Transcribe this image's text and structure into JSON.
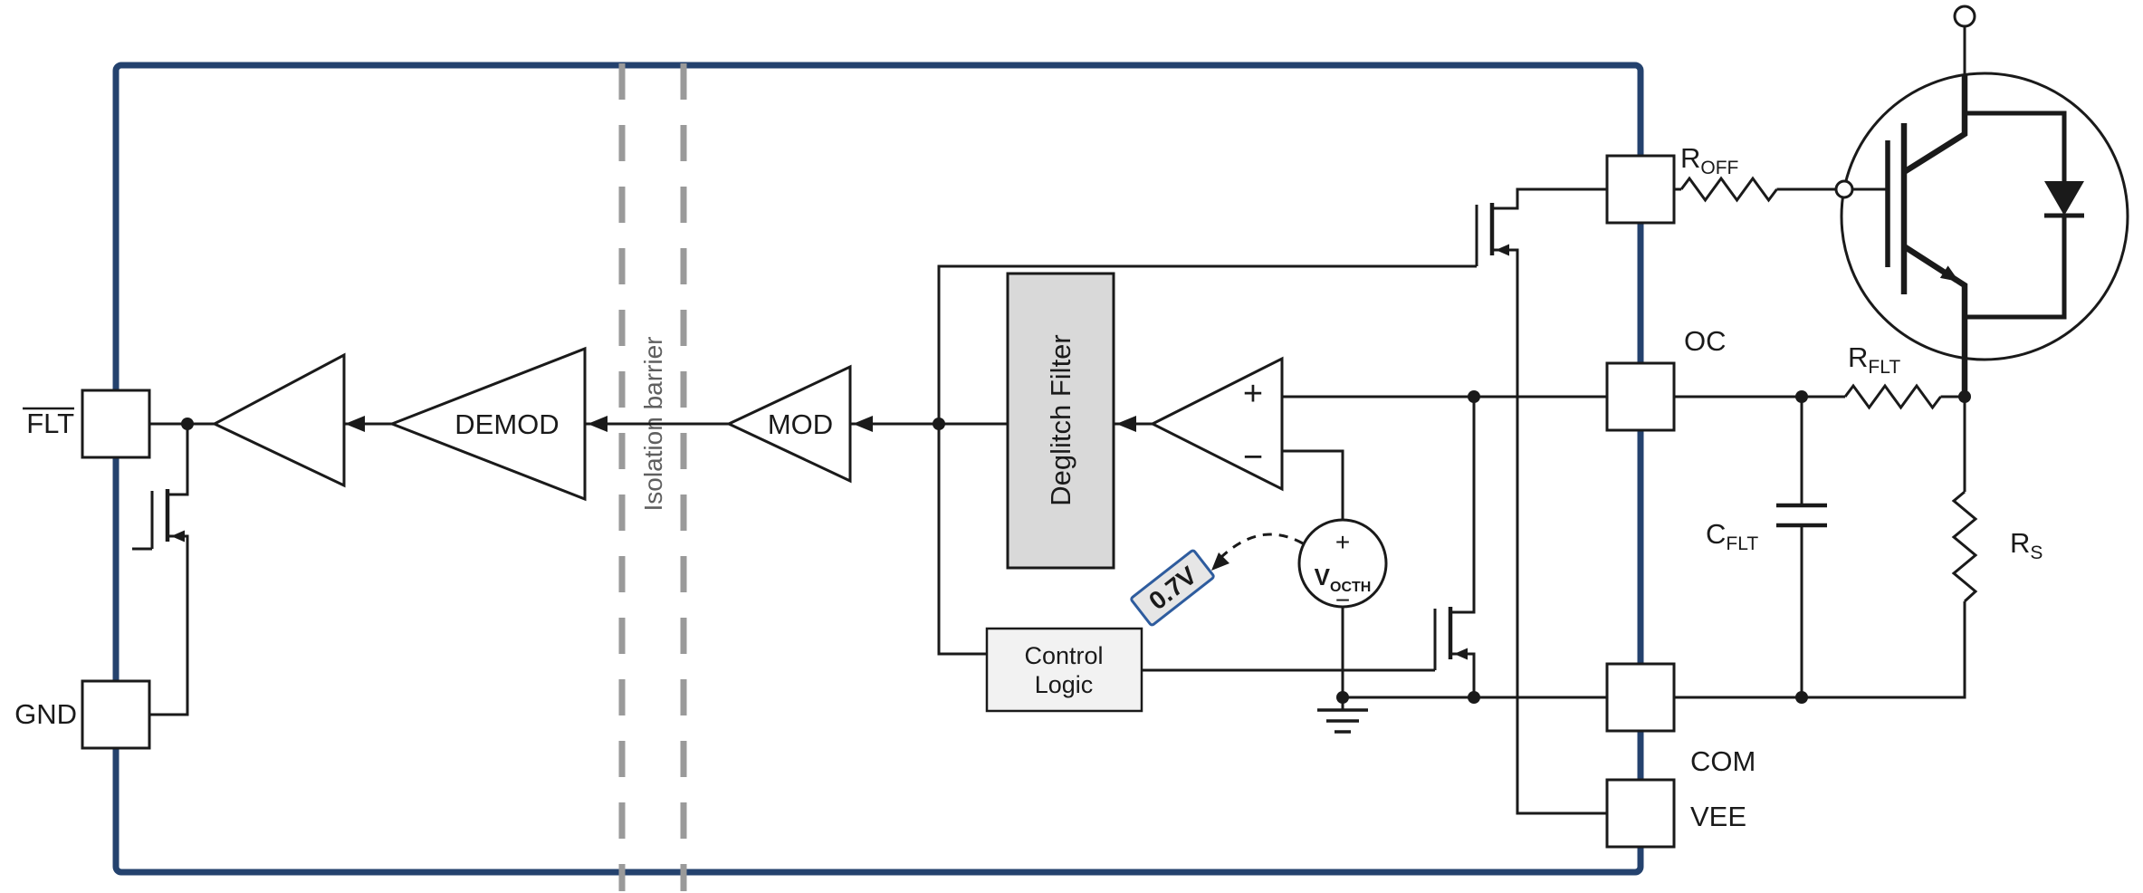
{
  "ic": {
    "pin_labels": {
      "flt": "FLT",
      "gnd": "GND",
      "oc": "OC",
      "com": "COM",
      "vee": "VEE"
    },
    "blocks": {
      "demod": "DEMOD",
      "mod": "MOD",
      "deglitch_filter": "Deglitch Filter",
      "control_line1": "Control",
      "control_line2": "Logic"
    },
    "isolation_label": "Isolation barrier",
    "comparator": {
      "plus": "+",
      "minus": "−"
    },
    "vocth": {
      "plus": "+",
      "v": "V",
      "sub": "OCTH",
      "minus": "−"
    },
    "threshold": "0.7V"
  },
  "external": {
    "r_off": {
      "base": "R",
      "sub": "OFF"
    },
    "r_flt": {
      "base": "R",
      "sub": "FLT"
    },
    "c_flt": {
      "base": "C",
      "sub": "FLT"
    },
    "r_s": {
      "base": "R",
      "sub": "S"
    }
  },
  "colors": {
    "ic_border": "#24426E",
    "barrier_gray": "#9A9A9A",
    "accent_blue": "#2E5C9E",
    "accent_text": "#17365D",
    "wire": "#1A1A1A",
    "block_fill": "#D9D9D9",
    "control_fill": "#F2F2F2"
  }
}
